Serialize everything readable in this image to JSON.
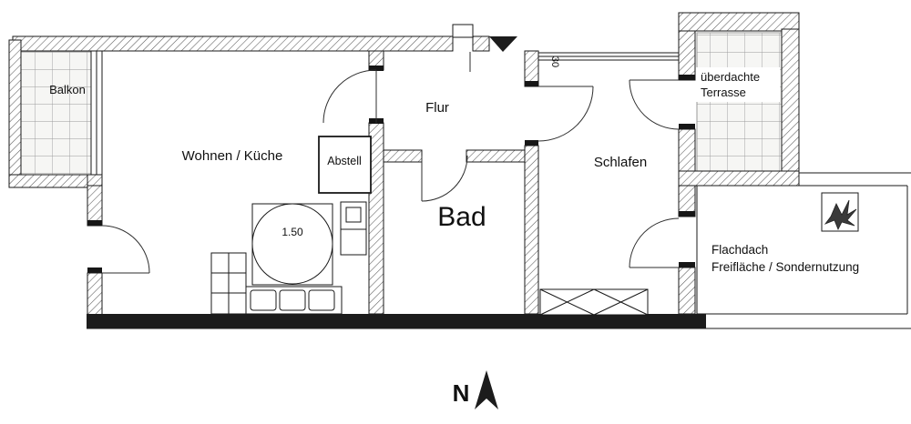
{
  "plan": {
    "rooms": {
      "balkon": "Balkon",
      "wohnen_kueche": "Wohnen / Küche",
      "abstell": "Abstell",
      "flur": "Flur",
      "bad": "Bad",
      "schlafen": "Schlafen"
    },
    "terrace": {
      "line1": "überdachte",
      "line2": "Terrasse"
    },
    "flachdach": {
      "line1": "Flachdach",
      "line2": "Freifläche / Sondernutzung"
    },
    "annotations": {
      "turning_radius": "1.50",
      "wall_dim": "30",
      "north": "N"
    },
    "icons": {
      "entrance_marker": "filled-triangle-down",
      "north_arrow": "filled-arrow-up",
      "roof_detail": "scribble-star"
    },
    "colors": {
      "ink": "#1a1a1a",
      "background": "#ffffff"
    }
  }
}
